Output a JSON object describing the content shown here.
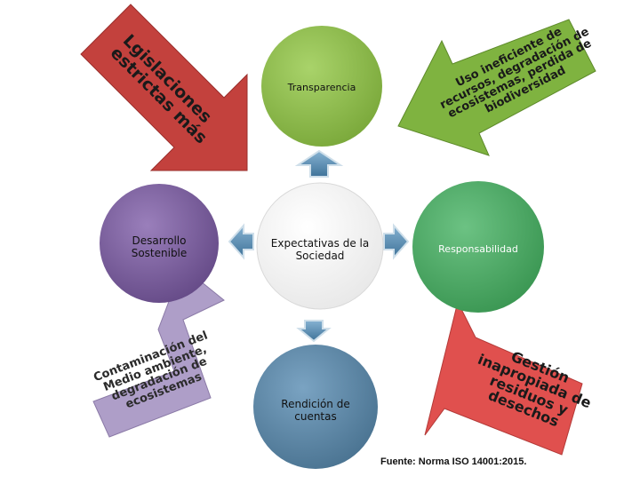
{
  "center": "Expectativas de la Sociedad",
  "nodes": {
    "top": "Transparencia",
    "left": "Desarrollo Sostenible",
    "right": "Responsabilidad",
    "bottom": "Rendición de cuentas"
  },
  "arrows": {
    "top_left": "Lgislaciones\nestrictas más",
    "top_right": "Uso ineficiente de\nrecursos, degradación de\necosistemas, perdida de\nbiodiversidad",
    "bottom_left": "Contaminación del\nMedio ambiente,\ndegradación de\necosistemas",
    "bottom_right": "Gestión\ninapropiada de\nresiduos y\ndesechos"
  },
  "source": "Fuente: Norma ISO 14001:2015.",
  "colors": {
    "top_node": "#8fc246",
    "left_node": "#7a5c9c",
    "right_node": "#4bab63",
    "bottom_node": "#5a86a6",
    "center_node": "#ffffff",
    "arrow_top_left": "#c3413d",
    "arrow_top_right": "#7fb340",
    "arrow_bottom_left": "#ae9ec8",
    "arrow_bottom_right": "#e0504e",
    "connector": "#5b8fb5"
  }
}
